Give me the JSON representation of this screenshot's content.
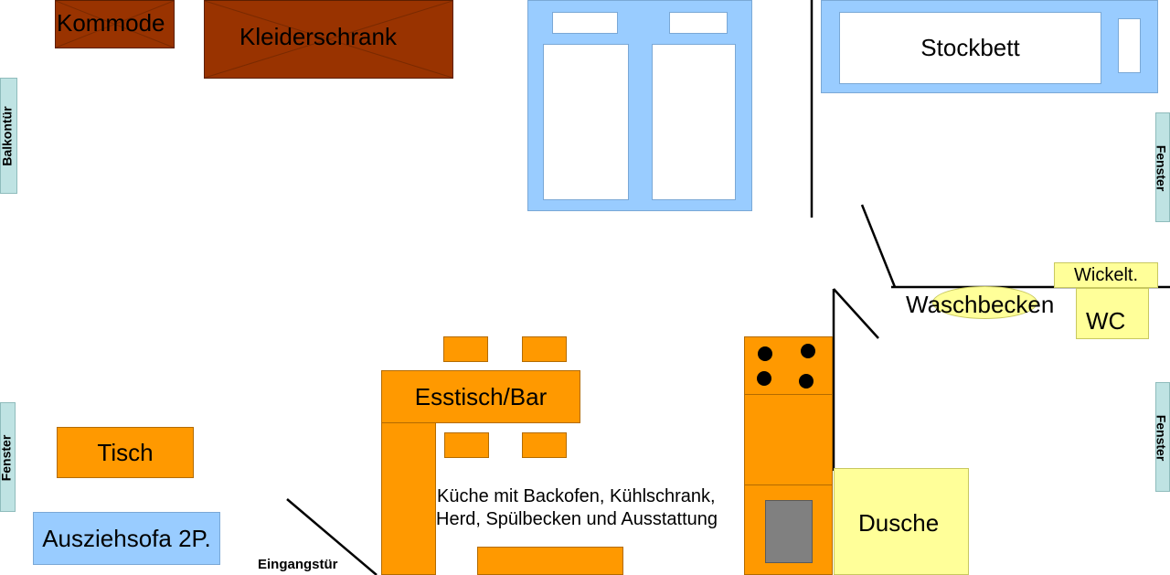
{
  "labels": {
    "kommode": "Kommode",
    "kleiderschrank": "Kleiderschrank",
    "stockbett": "Stockbett",
    "balkontuer": "Balkontür",
    "fenster_right_top": "Fenster",
    "fenster_right_bottom": "Fenster",
    "fenster_left": "Fenster",
    "wickeltisch": "Wickelt.",
    "waschbecken": "Waschbecken",
    "wc": "WC",
    "esstisch": "Esstisch/Bar",
    "tisch": "Tisch",
    "ausziehsofa": "Ausziehsofa 2P.",
    "kueche_line1": "Küche mit Backofen, Kühlschrank,",
    "kueche_line2": "Herd, Spülbecken und Ausstattung",
    "dusche": "Dusche",
    "eingangstuer": "Eingangstür"
  },
  "colors": {
    "wood": "#993300",
    "furniture": "#ff9900",
    "bed": "#99ccff",
    "sanitary": "#ffff99",
    "window": "#bfe3e3"
  }
}
